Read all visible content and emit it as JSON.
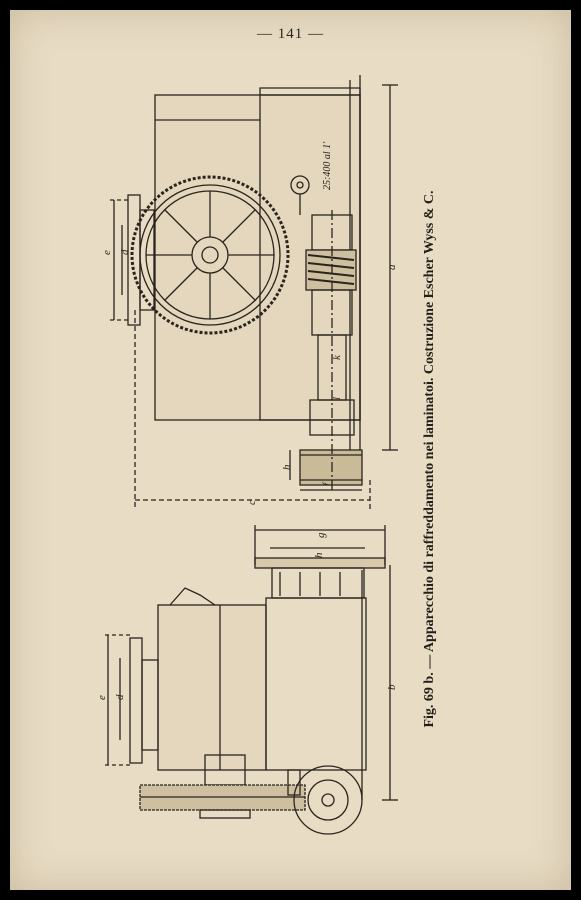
{
  "page": {
    "number": "— 141 —"
  },
  "figure": {
    "caption_label": "Fig. 69 b.",
    "caption_text": " — Apparecchio di raffreddamento nei laminatoi. Costruzione Escher Wyss & C.",
    "annotation": "25:400 al 1'",
    "dimension_labels": [
      "a",
      "b",
      "c",
      "d",
      "e",
      "f",
      "g",
      "h",
      "k",
      "l"
    ],
    "ink_color": "#2a241e",
    "paper_color": "#e8dcc4"
  }
}
